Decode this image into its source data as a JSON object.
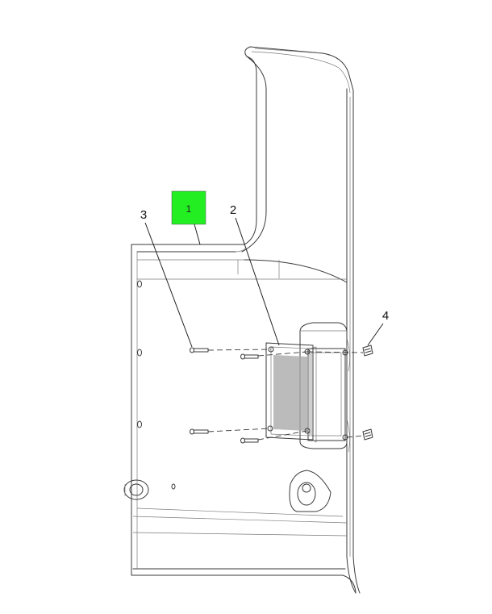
{
  "diagram": {
    "highlight_color": "#22ee22",
    "callouts": [
      {
        "id": "1",
        "label": "1",
        "highlighted": true
      },
      {
        "id": "2",
        "label": "2",
        "highlighted": false
      },
      {
        "id": "3",
        "label": "3",
        "highlighted": false
      },
      {
        "id": "4",
        "label": "4",
        "highlighted": false
      }
    ]
  }
}
